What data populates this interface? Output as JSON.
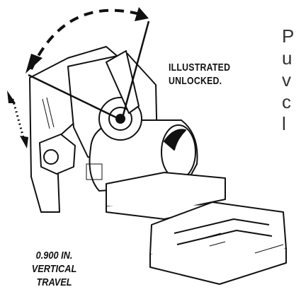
{
  "callouts": {
    "unlocked": "ILLUSTRATED\nUNLOCKED.",
    "travel_line1": "0.900 IN.",
    "travel_line2": "VERTICAL",
    "travel_line3": "TRAVEL"
  },
  "body_text_fragment": "P\nu\nv\nc\nl",
  "colors": {
    "ink": "#111111",
    "background": "#ffffff",
    "body_text": "#333333"
  },
  "icons": [
    "rotation-arc-arrow",
    "vertical-travel-arrow",
    "lever-pointer-line"
  ]
}
